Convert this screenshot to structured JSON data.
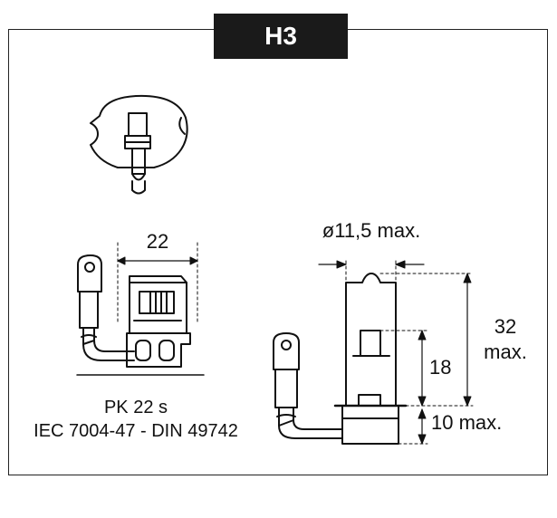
{
  "title": "H3",
  "labels": {
    "width_22": "22",
    "diameter": "ø11,5 max.",
    "height_18": "18",
    "height_32": "32",
    "height_32_suffix": "max.",
    "bottom_10": "10 max.",
    "base_type": "PK 22 s",
    "standard": "IEC 7004-47 - DIN 49742"
  }
}
